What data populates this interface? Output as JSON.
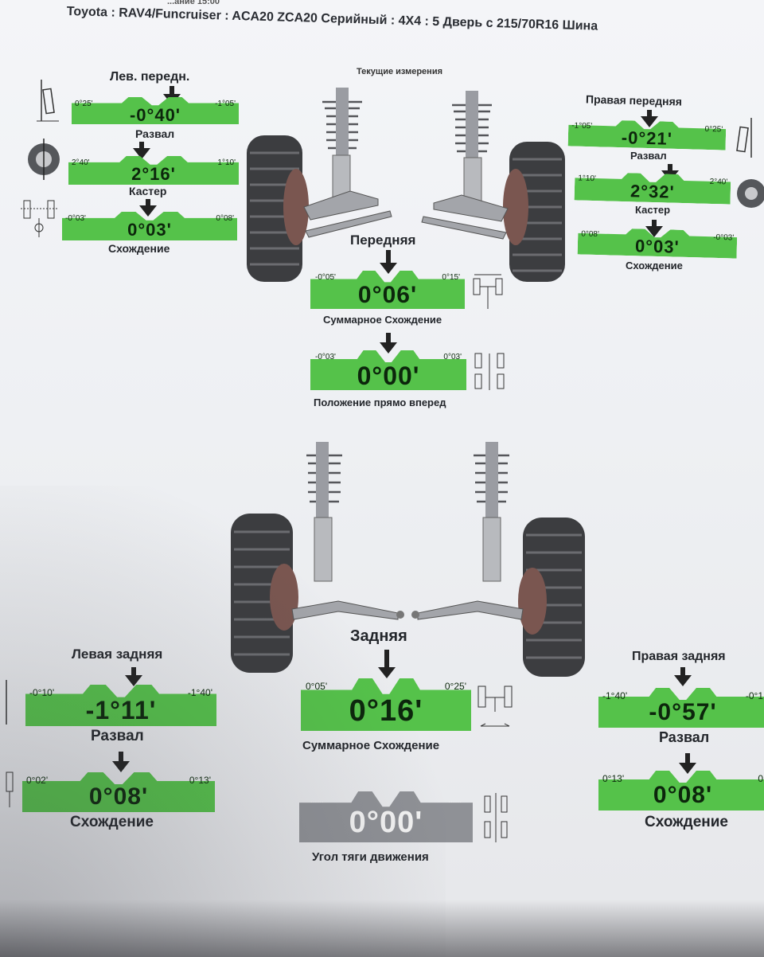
{
  "title": "Toyota : RAV4/Funcruiser : ACA20 ZCA20 Серийный : 4X4 : 5 Дверь с 215/70R16 Шина",
  "header_partial": "...ание 15:00",
  "current_measurements": "Текущие измерения",
  "front": {
    "section_label": "Передняя",
    "left": {
      "heading": "Лев. передн.",
      "camber": {
        "label": "Развал",
        "value": "-0°40'",
        "min": "0°25'",
        "max": "-1°05'"
      },
      "caster": {
        "label": "Кастер",
        "value": "2°16'",
        "min": "2°40'",
        "max": "1°10'"
      },
      "toe": {
        "label": "Схождение",
        "value": "0°03'",
        "min": "-0°03'",
        "max": "0°08'"
      }
    },
    "right": {
      "heading": "Правая передняя",
      "camber": {
        "label": "Развал",
        "value": "-0°21'",
        "min": "-1°05'",
        "max": "0°25'"
      },
      "caster": {
        "label": "Кастер",
        "value": "2°32'",
        "min": "1°10'",
        "max": "2°40'"
      },
      "toe": {
        "label": "Схождение",
        "value": "0°03'",
        "min": "0°08'",
        "max": "-0°03'"
      }
    },
    "total_toe": {
      "label": "Суммарное Схождение",
      "value": "0°06'",
      "min": "-0°05'",
      "max": "0°15'"
    },
    "straight_ahead": {
      "label": "Положение прямо вперед",
      "value": "0°00'",
      "min": "-0°03'",
      "max": "0°03'"
    }
  },
  "rear": {
    "section_label": "Задняя",
    "left": {
      "heading": "Левая задняя",
      "camber": {
        "label": "Развал",
        "value": "-1°11'",
        "min": "-0°10'",
        "max": "-1°40'"
      },
      "toe": {
        "label": "Схождение",
        "value": "0°08'",
        "min": "0°02'",
        "max": "0°13'"
      }
    },
    "right": {
      "heading": "Правая задняя",
      "camber": {
        "label": "Развал",
        "value": "-0°57'",
        "min": "-1°40'",
        "max": "-0°1"
      },
      "toe": {
        "label": "Схождение",
        "value": "0°08'",
        "min": "0°13'",
        "max": "0"
      }
    },
    "total_toe": {
      "label": "Суммарное Схождение",
      "value": "0°16'",
      "min": "0°05'",
      "max": "0°25'"
    },
    "thrust_angle": {
      "label": "Угол тяги движения",
      "value": "0°00'",
      "min": "......",
      "max": "......"
    }
  },
  "colors": {
    "in_spec": "#55c24a",
    "not_rated": "#8f9196"
  },
  "icons": [
    "camber-diagram-icon",
    "caster-wheel-icon",
    "toe-diagram-icon",
    "axle-toe-icon",
    "thrust-angle-icon",
    "suspension-illustration"
  ]
}
